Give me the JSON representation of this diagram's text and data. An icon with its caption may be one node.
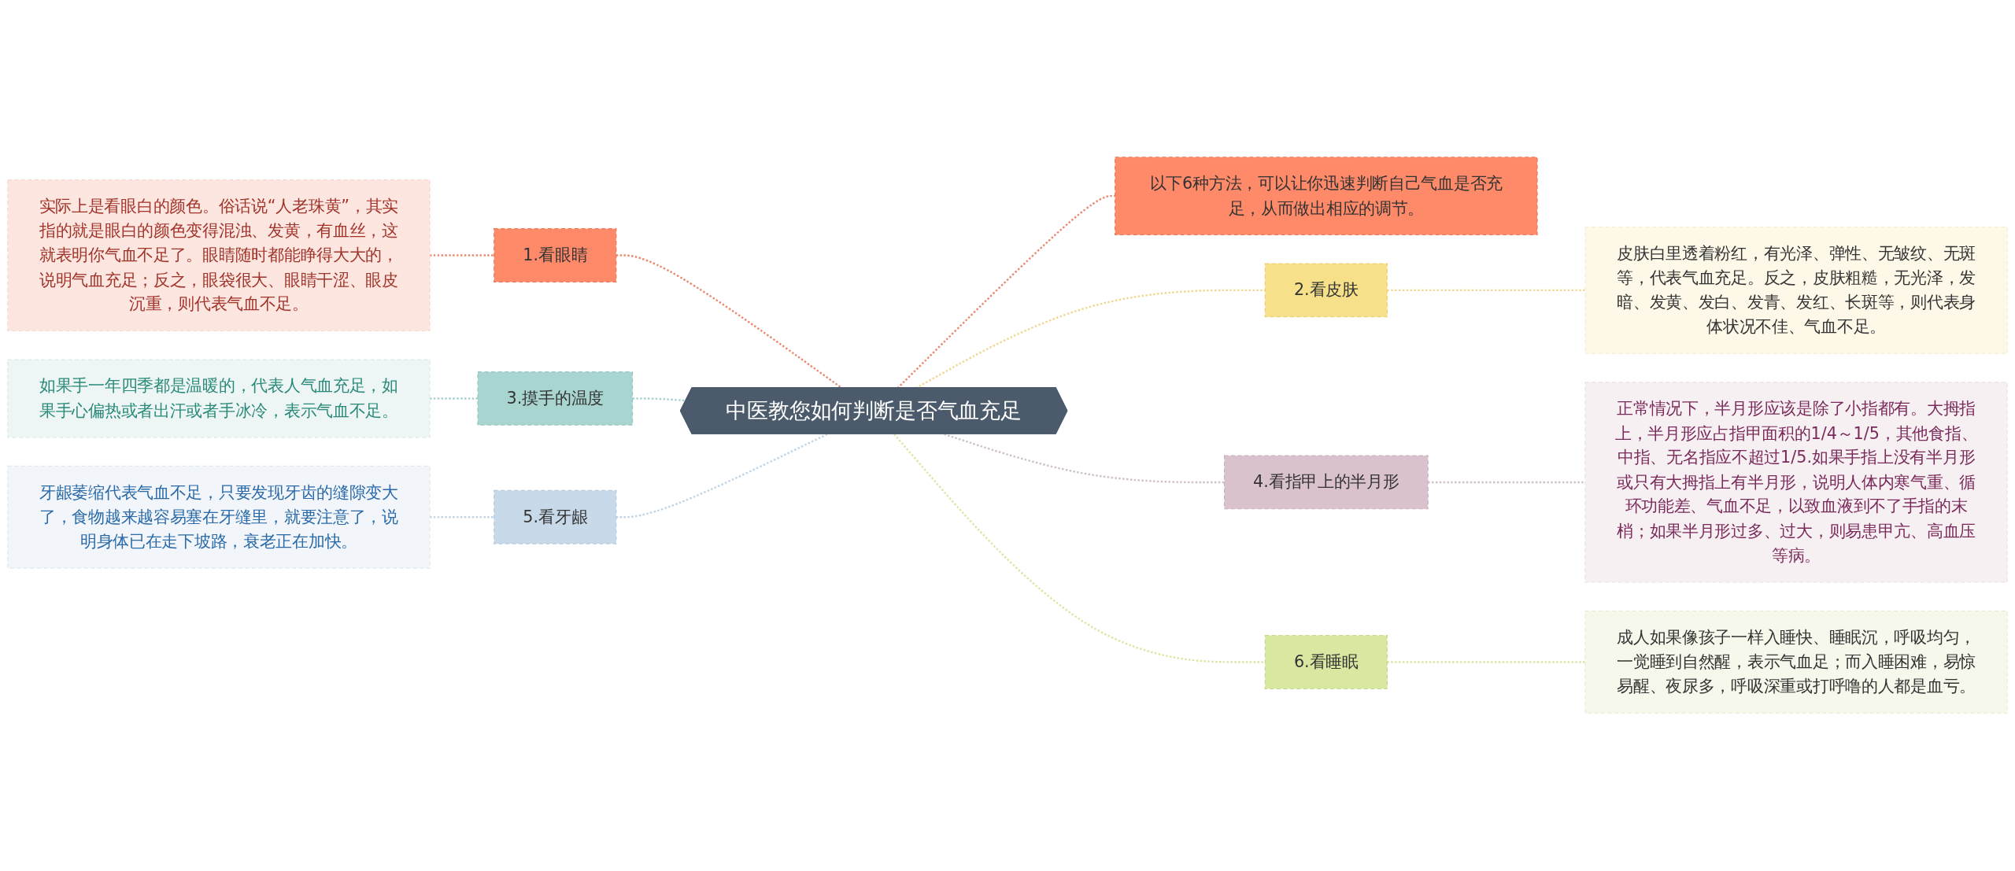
{
  "diagram": {
    "nodes": [
      {
        "text": [
          "中医教您如何判断是否气血充足"
        ]
      },
      {
        "text": [
          "以下6种方法，可以让你迅速判断自己气血是否充足，从而做出相应的调节。"
        ]
      },
      {
        "text": [
          "1.看眼睛"
        ]
      },
      {
        "text": [
          "实际上是看眼白的颜色。俗话说“人老珠黄”，其实指的就是眼白的颜色变得混浊、发黄，有血丝，这就表明你气血不足了。眼睛随时都能睁得大大的，说明气血充足；反之，眼袋很大、眼睛干涩、眼皮沉重，则代表气血不足。"
        ]
      },
      {
        "text": [
          "2.看皮肤"
        ]
      },
      {
        "text": [
          "皮肤白里透着粉红，有光泽、弹性、无皱纹、无斑等，代表气血充足。反之，皮肤粗糙，无光泽，发暗、发黄、发白、发青、发红、长斑等，则代表身体状况不佳、气血不足。"
        ]
      },
      {
        "text": [
          "3.摸手的温度"
        ]
      },
      {
        "text": [
          "如果手一年四季都是温暖的，代表人气血充足，如果手心偏热或者出汗或者手冰冷，表示气血不足。"
        ]
      },
      {
        "text": [
          "4.看指甲上的半月形"
        ]
      },
      {
        "text": [
          "正常情况下，半月形应该是除了小指都有。大拇指上，半月形应占指甲面积的1/4～1/5，其他食指、中指、无名指应不超过1/5.如果手指上没有半月形或只有大拇指上有半月形，说明人体内寒气重、循环功能差、气血不足，以致血液到不了手指的末梢；如果半月形过多、过大，则易患甲亢、高血压等病。"
        ]
      },
      {
        "text": [
          "5.看牙龈"
        ]
      },
      {
        "text": [
          "牙龈萎缩代表气血不足，只要发现牙齿的缝隙变大了，食物越来越容易塞在牙缝里，就要注意了，说明身体已在走下坡路，衰老正在加快。"
        ]
      },
      {
        "text": [
          "6.看睡眠"
        ]
      },
      {
        "text": [
          "成人如果像孩子一样入睡快、睡眠沉，呼吸均匀，一觉睡到自然醒，表示气血足；而入睡困难，易惊易醒、夜尿多，呼吸深重或打呼噜的人都是血亏。"
        ]
      }
    ],
    "edges": [
      {
        "from": 3,
        "to": 2,
        "arrow": "none",
        "style": "dashed",
        "color": "#e88a70"
      },
      {
        "from": 2,
        "to": 0,
        "arrow": "none",
        "style": "dashed",
        "color": "#e88a70"
      },
      {
        "from": 0,
        "to": 1,
        "arrow": "none",
        "style": "dashed",
        "color": "#e88a70"
      },
      {
        "from": 0,
        "to": 4,
        "arrow": "none",
        "style": "dashed",
        "color": "#f0d890"
      },
      {
        "from": 4,
        "to": 5,
        "arrow": "none",
        "style": "dashed",
        "color": "#f0d890"
      },
      {
        "from": 7,
        "to": 6,
        "arrow": "none",
        "style": "dashed",
        "color": "#a8d0d0"
      },
      {
        "from": 6,
        "to": 0,
        "arrow": "none",
        "style": "dashed",
        "color": "#a8d0d0"
      },
      {
        "from": 0,
        "to": 8,
        "arrow": "none",
        "style": "dashed",
        "color": "#d0c0c8"
      },
      {
        "from": 8,
        "to": 9,
        "arrow": "none",
        "style": "dashed",
        "color": "#d0c0c8"
      },
      {
        "from": 11,
        "to": 10,
        "arrow": "none",
        "style": "dashed",
        "color": "#c0d4e4"
      },
      {
        "from": 10,
        "to": 0,
        "arrow": "none",
        "style": "dashed",
        "color": "#c0d4e4"
      },
      {
        "from": 0,
        "to": 12,
        "arrow": "none",
        "style": "dashed",
        "color": "#d8e8a0"
      },
      {
        "from": 12,
        "to": 13,
        "arrow": "none",
        "style": "dashed",
        "color": "#d8e8a0"
      }
    ]
  }
}
